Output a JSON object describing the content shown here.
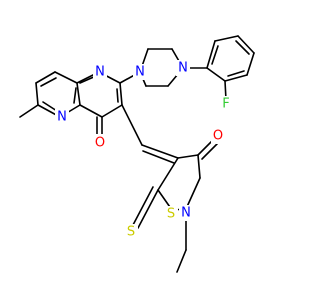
{
  "molecule": {
    "atoms": [
      {
        "id": "n_pyr",
        "label": "N",
        "color": "#0000ff"
      },
      {
        "id": "n_ring",
        "label": "N",
        "color": "#0000ff"
      },
      {
        "id": "n_pip_top",
        "label": "N",
        "color": "#0000ff"
      },
      {
        "id": "n_pip_left",
        "label": "N",
        "color": "#0000ff"
      },
      {
        "id": "f",
        "label": "F",
        "color": "#33cc33"
      },
      {
        "id": "o_ketone",
        "label": "O",
        "color": "#ff0000"
      },
      {
        "id": "o_thiaz",
        "label": "O",
        "color": "#ff0000"
      },
      {
        "id": "s_ring",
        "label": "S",
        "color": "#cccc00"
      },
      {
        "id": "s_thione",
        "label": "S",
        "color": "#cccc00"
      },
      {
        "id": "n_thiaz",
        "label": "N",
        "color": "#0000ff"
      }
    ]
  }
}
